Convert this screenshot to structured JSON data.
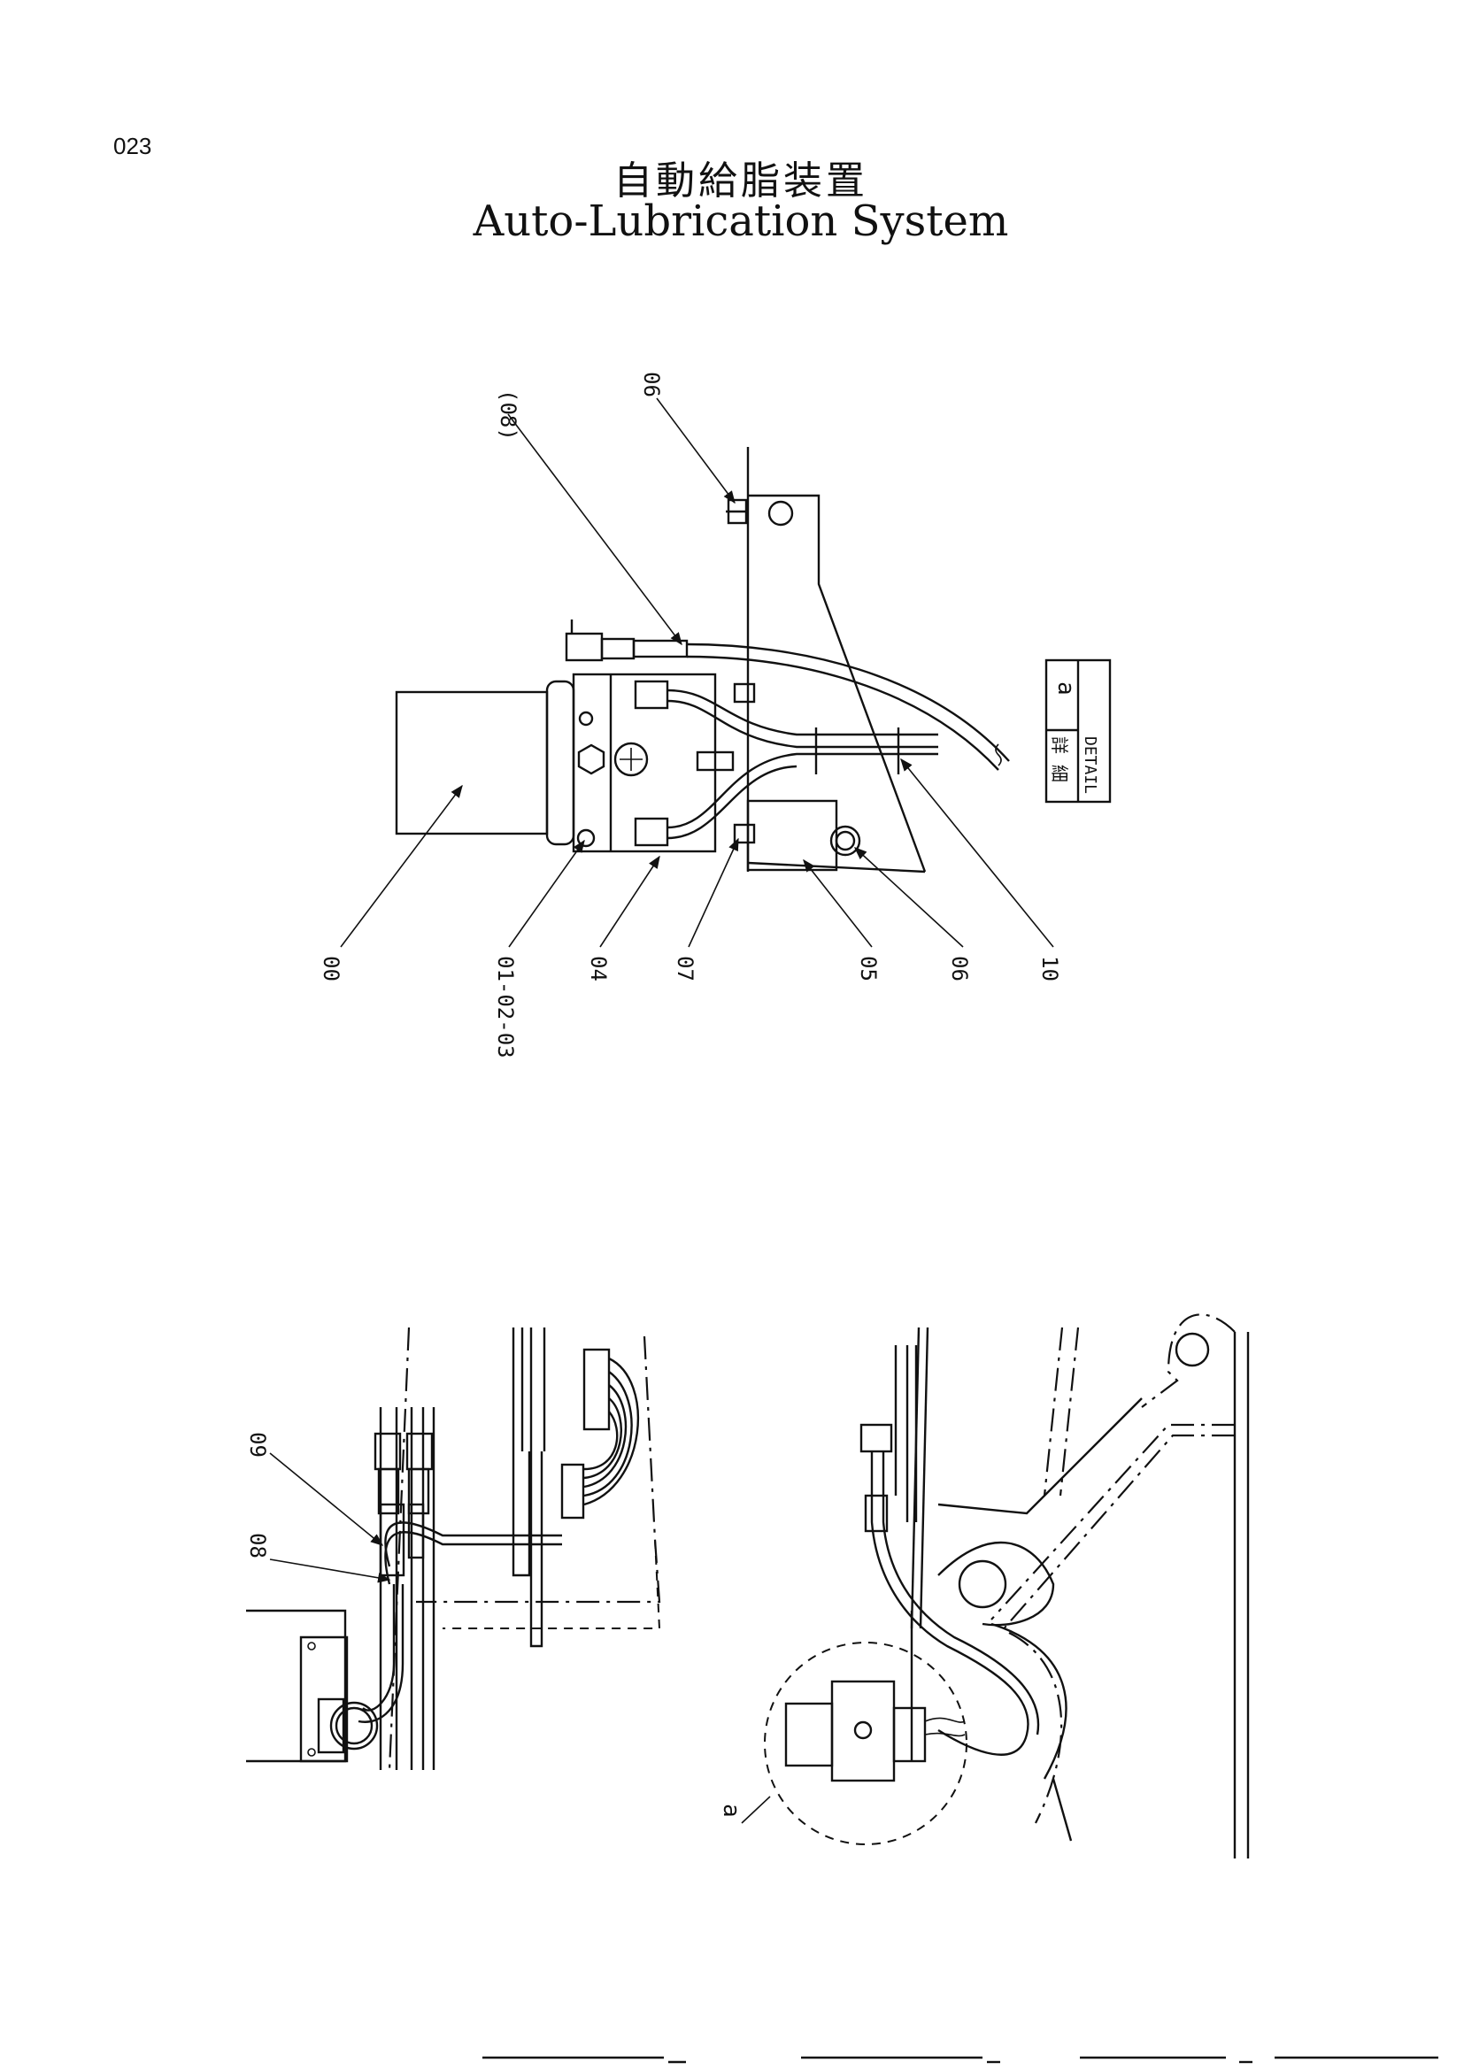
{
  "page_number": "023",
  "title_jp": "自動給脂装置",
  "title_en": "Auto-Lubrication System",
  "top_view": {
    "labels": {
      "p08_ref": "(08)",
      "p06_top": "06",
      "p00": "00",
      "p01_03": "01-02-03",
      "p04": "04",
      "p07": "07",
      "p05": "05",
      "p06_bottom": "06",
      "p10": "10"
    },
    "detail_box": {
      "jp": "詳 細",
      "en": "DETAIL",
      "letter": "a"
    }
  },
  "bottom_view": {
    "labels": {
      "p09": "09",
      "p08": "08",
      "detail_ref": "a"
    }
  }
}
